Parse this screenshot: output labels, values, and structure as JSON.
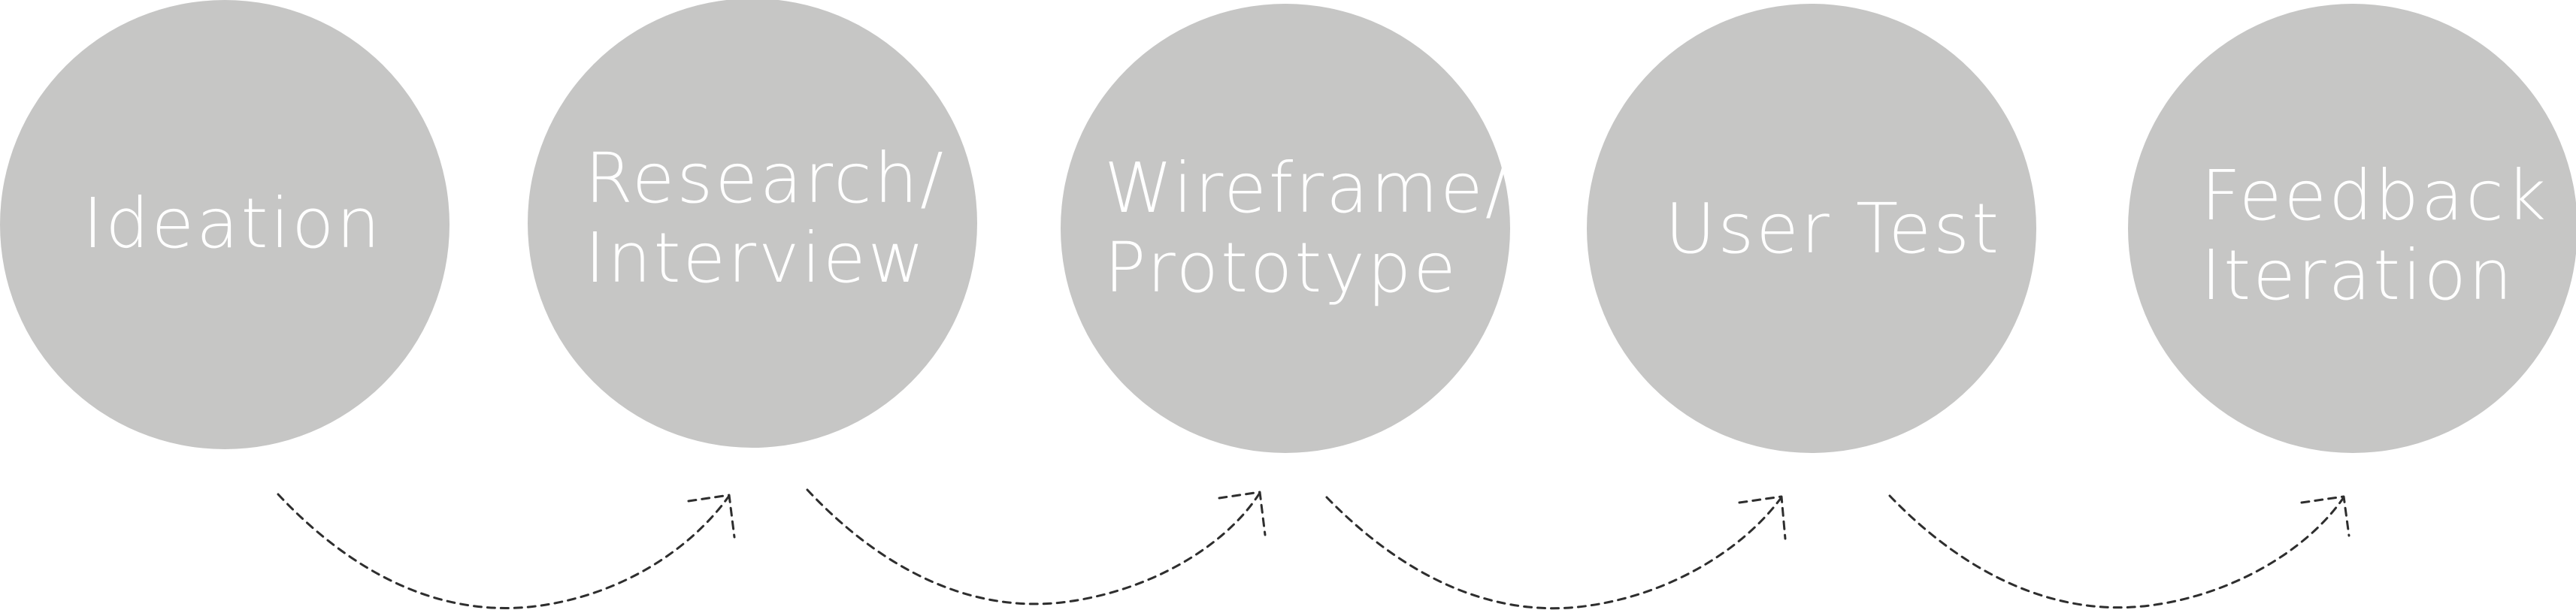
{
  "diagram": {
    "steps": [
      {
        "label": "Ideation"
      },
      {
        "label": "Research/\nInterview"
      },
      {
        "label": "Wireframe/\nPrototype"
      },
      {
        "label": "User Test"
      },
      {
        "label": "Feedback\nIteration"
      }
    ]
  },
  "colors": {
    "circle_fill": "#c6c6c5",
    "label_text": "#ffffff",
    "arrow_stroke": "#2e2e2e",
    "background": "#ffffff"
  }
}
